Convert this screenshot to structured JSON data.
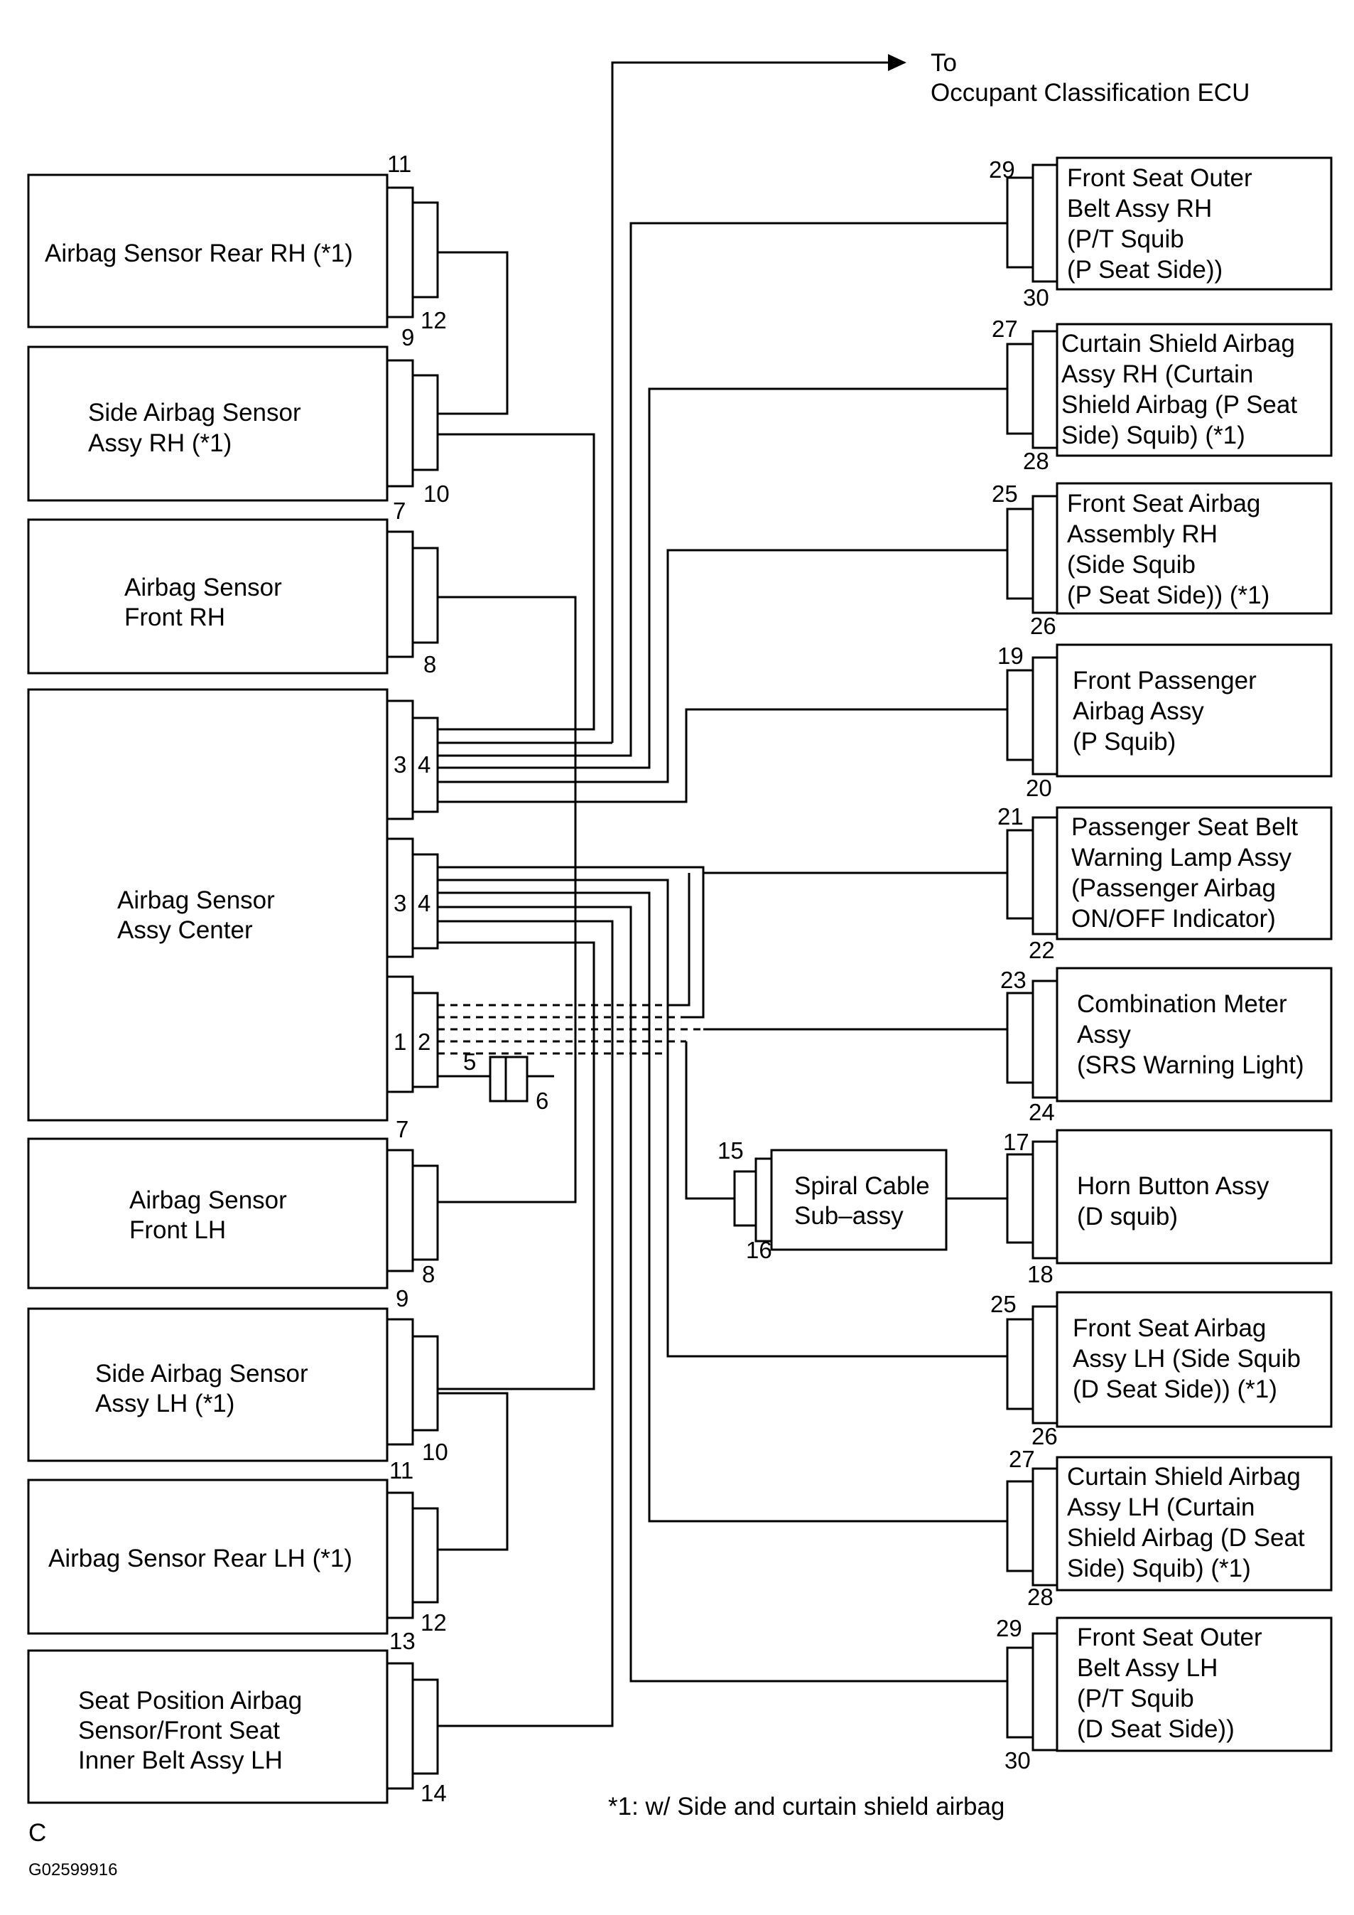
{
  "ecu_label": {
    "to": "To",
    "name": "Occupant Classification ECU"
  },
  "left": {
    "rear_rh": {
      "lines": [
        "Airbag Sensor Rear RH (*1)"
      ],
      "pin_top": "11",
      "pin_bottom": "12"
    },
    "side_rh": {
      "lines": [
        "Side Airbag Sensor",
        "Assy RH (*1)"
      ],
      "pin_top": "9",
      "pin_bottom": "10"
    },
    "front_rh": {
      "lines": [
        "Airbag Sensor",
        "Front RH"
      ],
      "pin_top": "7",
      "pin_bottom": "8"
    },
    "center": {
      "lines": [
        "Airbag Sensor",
        "Assy Center"
      ],
      "conn_a": [
        "3",
        "4"
      ],
      "conn_b": [
        "3",
        "4"
      ],
      "conn_c": [
        "1",
        "2"
      ],
      "pin_5": "5",
      "pin_6": "6"
    },
    "front_lh": {
      "lines": [
        "Airbag Sensor",
        "Front LH"
      ],
      "pin_top": "7",
      "pin_bottom": "8"
    },
    "side_lh": {
      "lines": [
        "Side Airbag Sensor",
        "Assy LH (*1)"
      ],
      "pin_top": "9",
      "pin_bottom": "10"
    },
    "rear_lh": {
      "lines": [
        "Airbag Sensor Rear LH (*1)"
      ],
      "pin_top": "11",
      "pin_bottom": "12"
    },
    "seat_pos": {
      "lines": [
        "Seat Position Airbag",
        "Sensor/Front Seat",
        "Inner Belt Assy LH"
      ],
      "pin_top": "13",
      "pin_bottom": "14"
    }
  },
  "right": {
    "belt_rh": {
      "lines": [
        "Front Seat Outer",
        "Belt Assy RH",
        "(P/T Squib",
        "(P Seat Side))"
      ],
      "pin_top": "29",
      "pin_bottom": "30"
    },
    "curtain_rh": {
      "lines": [
        "Curtain Shield Airbag",
        "Assy RH (Curtain",
        "Shield Airbag (P Seat",
        "Side) Squib) (*1)"
      ],
      "pin_top": "27",
      "pin_bottom": "28"
    },
    "seat_rh": {
      "lines": [
        "Front Seat Airbag",
        "Assembly RH",
        "(Side Squib",
        "(P Seat Side)) (*1)"
      ],
      "pin_top": "25",
      "pin_bottom": "26"
    },
    "passenger": {
      "lines": [
        "Front Passenger",
        "Airbag Assy",
        "(P Squib)"
      ],
      "pin_top": "19",
      "pin_bottom": "20"
    },
    "warning_lamp": {
      "lines": [
        "Passenger Seat Belt",
        "Warning Lamp Assy",
        "(Passenger Airbag",
        "ON/OFF Indicator)"
      ],
      "pin_top": "21",
      "pin_bottom": "22"
    },
    "meter": {
      "lines": [
        "Combination Meter",
        "Assy",
        "(SRS Warning Light)"
      ],
      "pin_top": "23",
      "pin_bottom": "24"
    },
    "spiral": {
      "lines": [
        "Spiral Cable",
        "Sub–assy"
      ],
      "pin_top": "15",
      "pin_bottom": "16"
    },
    "horn": {
      "lines": [
        "Horn Button Assy",
        "(D squib)"
      ],
      "pin_top": "17",
      "pin_bottom": "18"
    },
    "seat_lh": {
      "lines": [
        "Front Seat Airbag",
        "Assy LH (Side Squib",
        "(D Seat Side)) (*1)"
      ],
      "pin_top": "25",
      "pin_bottom": "26"
    },
    "curtain_lh": {
      "lines": [
        "Curtain Shield Airbag",
        "Assy LH (Curtain",
        "Shield Airbag (D Seat",
        "Side) Squib) (*1)"
      ],
      "pin_top": "27",
      "pin_bottom": "28"
    },
    "belt_lh": {
      "lines": [
        "Front Seat Outer",
        "Belt Assy LH",
        "(P/T Squib",
        "(D Seat Side))"
      ],
      "pin_top": "29",
      "pin_bottom": "30"
    }
  },
  "footnote": "*1: w/ Side and curtain shield airbag",
  "corner_letter": "C",
  "figure_code": "G02599916"
}
